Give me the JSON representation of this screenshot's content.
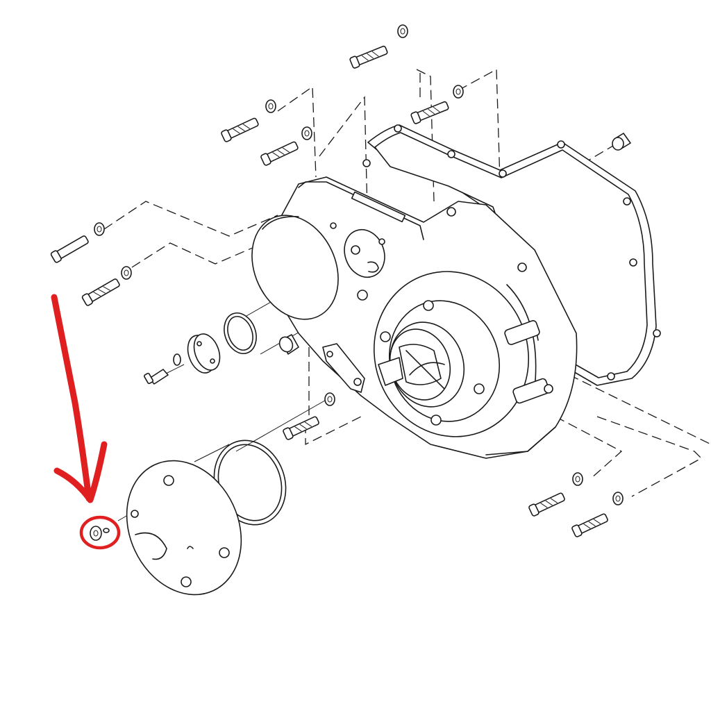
{
  "diagram": {
    "kind": "exploded-parts-view",
    "colors": {
      "line": "#1a1a1a",
      "background": "#ffffff",
      "annotation": "#e02020"
    },
    "annotation": {
      "type": "hand-drawn-arrow-with-circle",
      "target": "cover-screw-washer"
    },
    "icons": [
      "arrow-down-icon",
      "highlight-circle-icon"
    ]
  }
}
